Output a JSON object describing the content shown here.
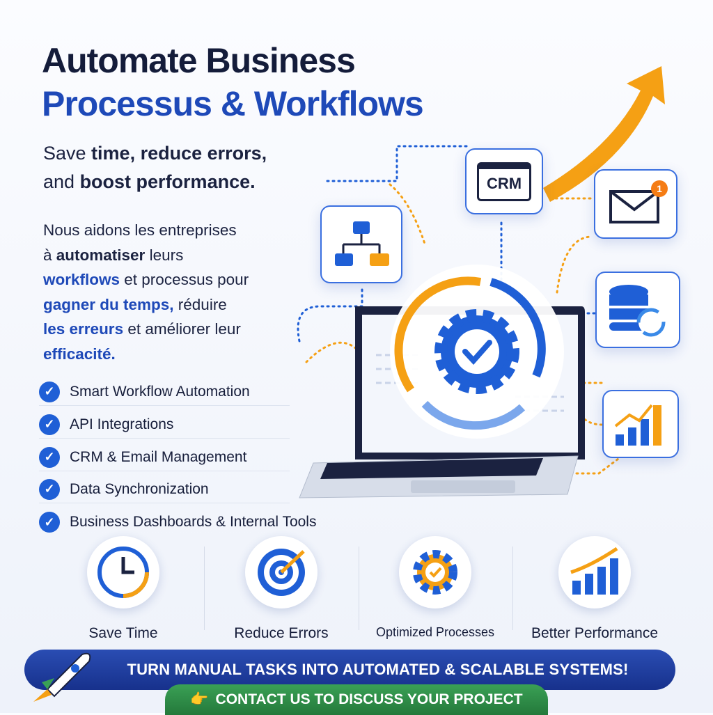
{
  "title": {
    "line1": "Automate Business",
    "line2": "Processus & Workflows"
  },
  "subtitle": {
    "p1": "Save ",
    "b1": "time, reduce errors,",
    "p2": "and ",
    "b2": "boost performance."
  },
  "paragraph": {
    "l1": "Nous aidons les entreprises",
    "l2a": "à ",
    "l2b": "automatiser",
    "l2c": " leurs",
    "l3a": "workflows",
    "l3b": " et processus pour",
    "l4a": "gagner du temps,",
    "l4b": " réduire",
    "l5a": "les erreurs",
    "l5b": " et améliorer leur",
    "l6": "efficacité."
  },
  "checklist": [
    "Smart Workflow Automation",
    "API Integrations",
    "CRM & Email Management",
    "Data Synchronization",
    "Business Dashboards & Internal Tools"
  ],
  "illustration": {
    "crm_label": "CRM",
    "email_badge": "1"
  },
  "features": [
    "Save Time",
    "Reduce Errors",
    "Optimized Processes",
    "Better Performance"
  ],
  "banner": "TURN MANUAL TASKS INTO AUTOMATED & SCALABLE SYSTEMS!",
  "cta": "CONTACT US TO DISCUSS YOUR PROJECT",
  "colors": {
    "navy": "#141c3a",
    "blue": "#1e49b8",
    "orange": "#f5a014",
    "green": "#2e8b47"
  }
}
